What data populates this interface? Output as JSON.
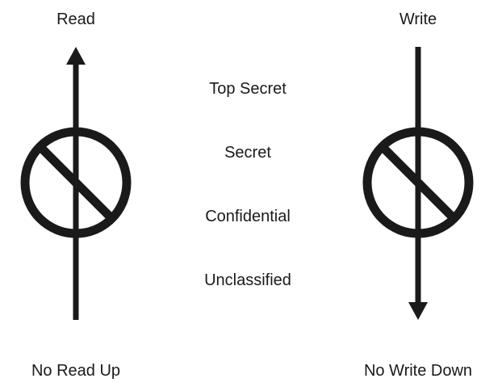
{
  "left_column": {
    "header": "Read",
    "footer": "No Read Up",
    "arrow_direction": "up",
    "prohibition_icon": "prohibited-icon"
  },
  "right_column": {
    "header": "Write",
    "footer": "No Write Down",
    "arrow_direction": "down",
    "prohibition_icon": "prohibited-icon"
  },
  "classification_levels": [
    "Top Secret",
    "Secret",
    "Confidential",
    "Unclassified"
  ],
  "colors": {
    "stroke": "#1a1a1a",
    "background": "#ffffff"
  }
}
